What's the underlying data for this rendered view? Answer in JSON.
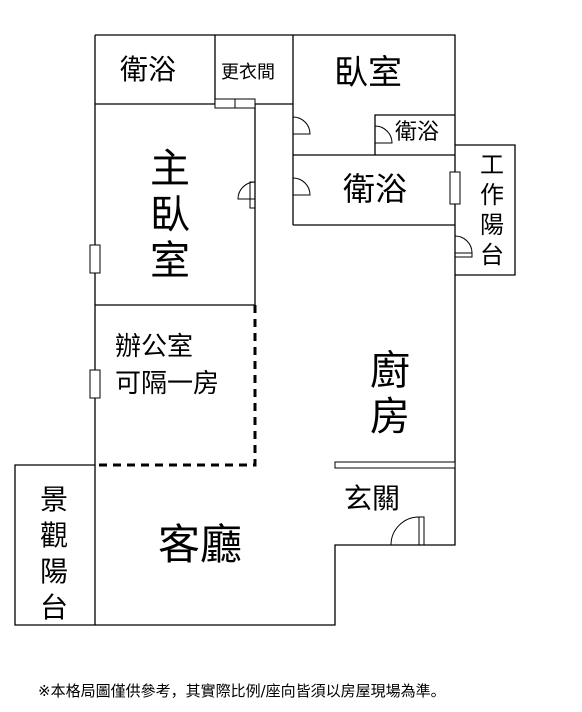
{
  "rooms": {
    "bath_top_left": "衛浴",
    "closet": "更衣間",
    "bedroom": "臥室",
    "bath_small": "衛浴",
    "bath_mid": "衛浴",
    "work_balcony": "工作陽台",
    "master_bedroom": "主臥室",
    "office_line1": "辦公室",
    "office_line2": "可隔一房",
    "kitchen": "廚房",
    "entrance": "玄關",
    "view_balcony": "景觀陽台",
    "living_room": "客廳"
  },
  "footnote": "※本格局圖僅供參考，其實際比例/座向皆須以房屋現場為準。"
}
